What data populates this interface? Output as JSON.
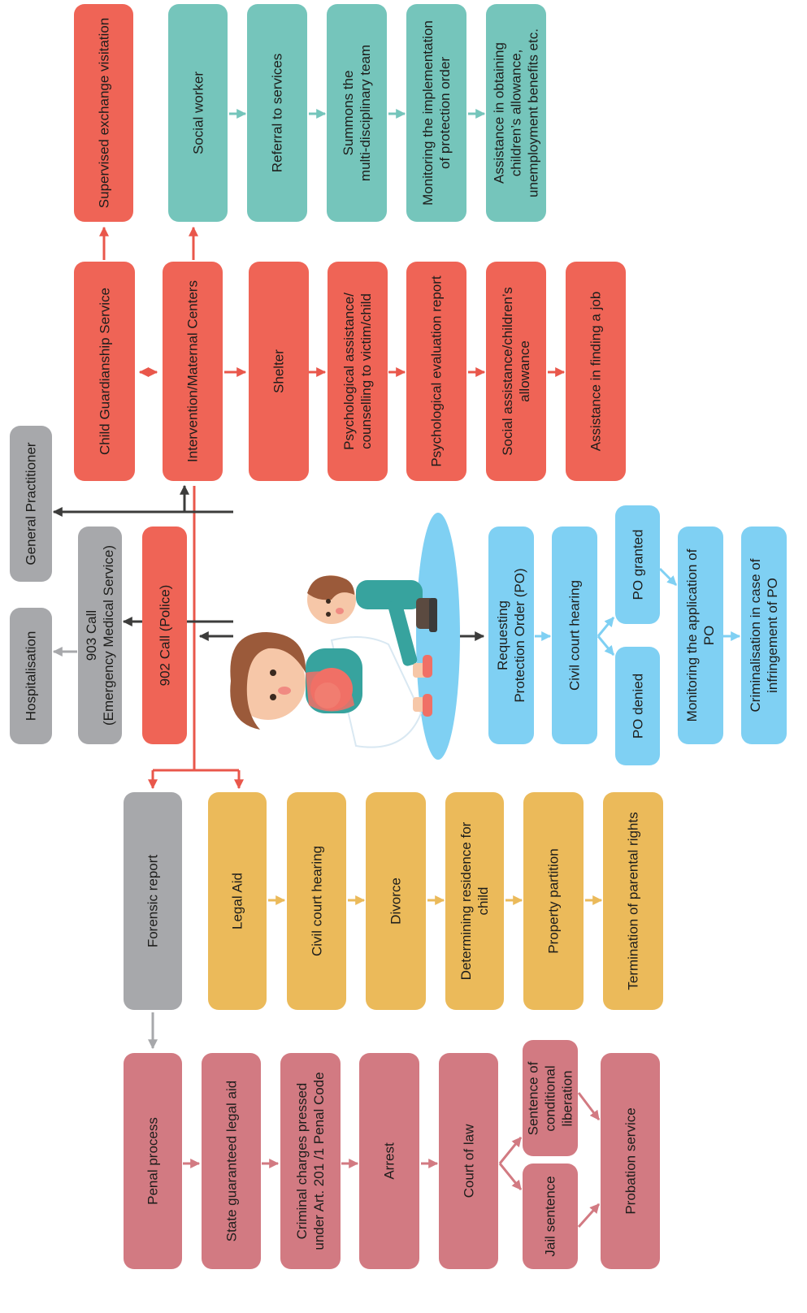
{
  "colors": {
    "red": "#ef6456",
    "teal": "#75c5bb",
    "gray": "#a7a8ab",
    "yellow": "#ebba5a",
    "pink": "#d27a82",
    "blue": "#7fd0f3",
    "red_line": "#e9574b",
    "dark_arrow": "#3c3c3b"
  },
  "illustration": {
    "name": "mother-and-children-illustration"
  },
  "nodes": {
    "supervised_visitation": "Supervised exchange visitation",
    "social_worker": "Social worker",
    "referral": "Referral to services",
    "summons": "Summons the\nmulti-disciplinary team",
    "monitoring_po_impl": "Monitoring the implementation\nof protection order",
    "assistance_allowance": "Assistance in obtaining\nchildren’s allowance,\nunemployment benefits etc.",
    "child_guardianship": "Child Guardianship Service",
    "intervention": "Intervention/Maternal Centers",
    "shelter": "Shelter",
    "psych_assistance": "Psychological assistance/\ncounselling to victim/child",
    "psych_report": "Psychological evaluation report",
    "social_assistance": "Social assistance/children’s\nallowance",
    "job": "Assistance in finding a job",
    "general_practitioner": "General Practitioner",
    "hospitalisation": "Hospitalisation",
    "call_903": "903 Call\n(Emergency Medical Service)",
    "call_902": "902 Call (Police)",
    "requesting_po": "Requesting\nProtection Order (PO)",
    "civil_hearing_po": "Civil court hearing",
    "po_granted": "PO granted",
    "po_denied": "PO denied",
    "monitoring_po": "Monitoring the application of\nPO",
    "criminalisation": "Criminalisation in case of\ninfringement of  PO",
    "forensic_report": "Forensic report",
    "legal_aid": "Legal Aid",
    "civil_hearing": "Civil court hearing",
    "divorce": "Divorce",
    "residence": "Determining residence for\nchild",
    "property": "Property partition",
    "termination": "Termination of parental rights",
    "penal_process": "Penal process",
    "state_legal_aid": "State guaranteed legal aid",
    "criminal_charges": "Criminal charges pressed\nunder Art. 201 /1 Penal Code",
    "arrest": "Arrest",
    "court_of_law": "Court of law",
    "conditional_liberation": "Sentence of\nconditional\nliberation",
    "jail_sentence": "Jail sentence",
    "probation": "Probation service"
  }
}
